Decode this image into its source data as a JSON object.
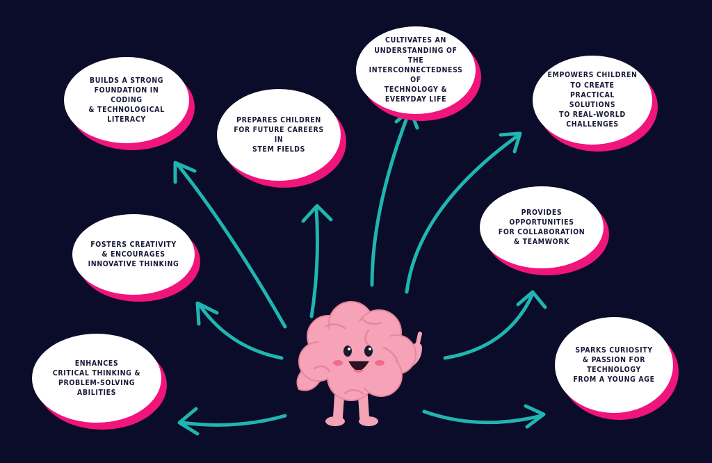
{
  "benefits": [
    {
      "text": "BUILDS A STRONG\nFOUNDATION IN CODING\n& TECHNOLOGICAL\nLITERACY"
    },
    {
      "text": "PREPARES CHILDREN\nFOR FUTURE CAREERS IN\nSTEM FIELDS"
    },
    {
      "text": "CULTIVATES AN\nUNDERSTANDING OF THE\nINTERCONNECTEDNESS OF\nTECHNOLOGY &\nEVERYDAY LIFE"
    },
    {
      "text": "EMPOWERS CHILDREN\nTO CREATE\nPRACTICAL SOLUTIONS\nTO REAL-WORLD\nCHALLENGES"
    },
    {
      "text": "FOSTERS CREATIVITY\n& ENCOURAGES\nINNOVATIVE THINKING"
    },
    {
      "text": "PROVIDES OPPORTUNITIES\nFOR COLLABORATION\n& TEAMWORK"
    },
    {
      "text": "ENHANCES\nCRITICAL THINKING &\nPROBLEM-SOLVING\nABILITIES"
    },
    {
      "text": "SPARKS CURIOSITY\n& PASSION FOR\nTECHNOLOGY\nFROM A YOUNG AGE"
    }
  ],
  "colors": {
    "background": "#0b0b2a",
    "bubble": "#ffffff",
    "bubble_shadow": "#f0157a",
    "arrow": "#1fb5b0",
    "brain": "#f6a2b7"
  }
}
